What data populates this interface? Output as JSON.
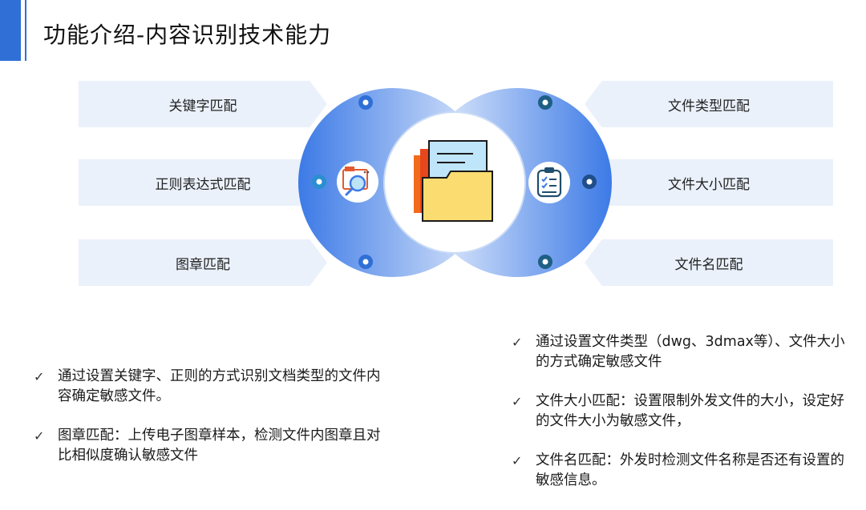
{
  "page_title": "功能介绍-内容识别技术能力",
  "left_labels": [
    "关键字匹配",
    "正则表达式匹配",
    "图章匹配"
  ],
  "right_labels": [
    "文件类型匹配",
    "文件大小匹配",
    "文件名匹配"
  ],
  "bullets_left": [
    "通过设置关键字、正则的方式识别文档类型的文件内容确定敏感文件。",
    "图章匹配：上传电子图章样本，检测文件内图章且对比相似度确认敏感文件"
  ],
  "bullets_right": [
    "通过设置文件类型（dwg、3dmax等）、文件大小的方式确定敏感文件",
    "文件大小匹配：设置限制外发文件的大小，设定好的文件大小为敏感文件，",
    "文件名匹配：外发时检测文件名称是否还有设置的敏感信息。"
  ],
  "icons": {
    "center": "folder-documents-icon",
    "left": "search-document-icon",
    "right": "clipboard-checklist-icon",
    "bullet": "checkmark-icon"
  },
  "colors": {
    "accent": "#2f6fd6",
    "label_bg": "#eaf1fb",
    "ring_blue": "#3c7ae6",
    "dot_left": "#2f6fd6",
    "dot_right": "#1f5f86"
  }
}
